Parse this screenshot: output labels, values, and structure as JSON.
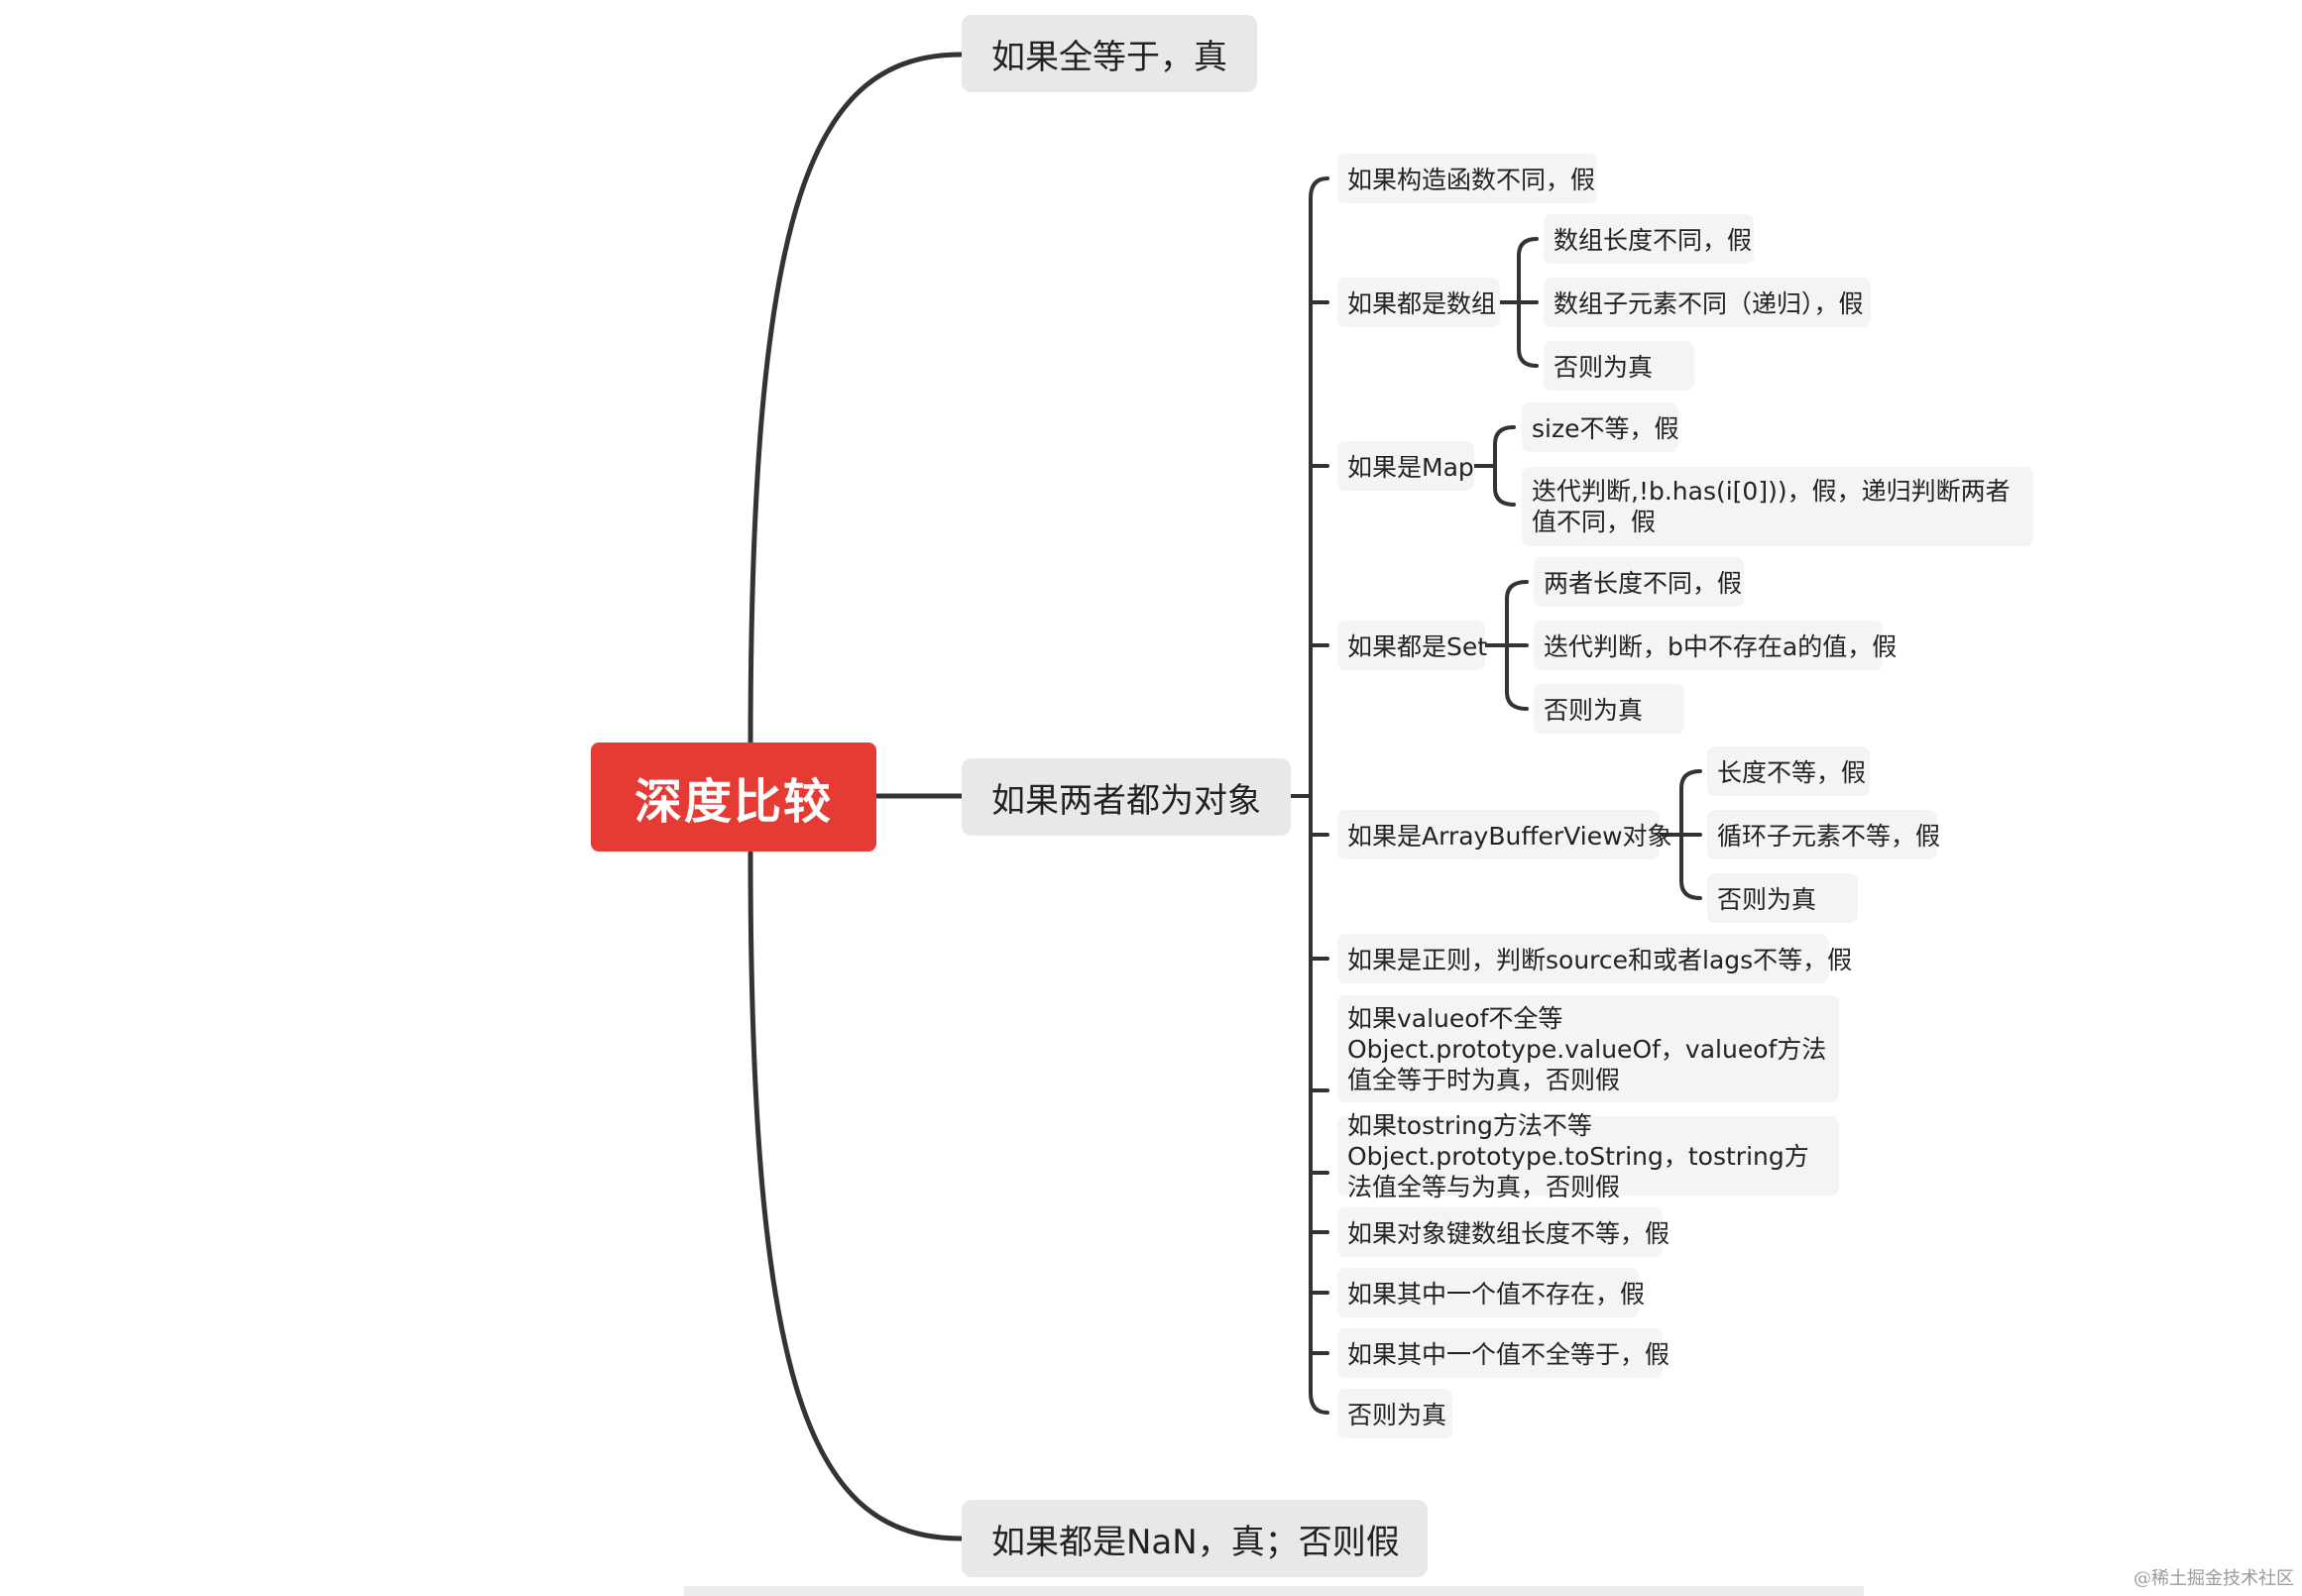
{
  "root": {
    "label": "深度比较"
  },
  "branches": {
    "strict_equal": "如果全等于，真",
    "both_objects": "如果两者都为对象",
    "nan": "如果都是NaN，真；否则假"
  },
  "object_checks": {
    "constructor": "如果构造函数不同，假",
    "array": {
      "label": "如果都是数组",
      "children": [
        "数组长度不同，假",
        "数组子元素不同（递归），假",
        "否则为真"
      ]
    },
    "map": {
      "label": "如果是Map",
      "children": [
        "size不等，假",
        "迭代判断,!b.has(i[0]))，假，递归判断两者值不同，假"
      ]
    },
    "set": {
      "label": "如果都是Set",
      "children": [
        "两者长度不同，假",
        "迭代判断，b中不存在a的值，假",
        "否则为真"
      ]
    },
    "arraybufferview": {
      "label": "如果是ArrayBufferView对象",
      "children": [
        "长度不等，假",
        "循环子元素不等，假",
        "否则为真"
      ]
    },
    "regex": "如果是正则，判断source和或者lags不等，假",
    "valueof": "如果valueof不全等Object.prototype.valueOf，valueof方法值全等于时为真，否则假",
    "tostring": "如果tostring方法不等Object.prototype.toString，tostring方法值全等与为真，否则假",
    "keys_length": "如果对象键数组长度不等，假",
    "value_missing": "如果其中一个值不存在，假",
    "value_not_equal": "如果其中一个值不全等于，假",
    "otherwise": "否则为真"
  },
  "watermark": "@稀土掘金技术社区",
  "colors": {
    "root": "#e43b35",
    "line": "#333333",
    "level1_bg": "#e8e8e8",
    "level2_bg": "#f4f4f4"
  }
}
